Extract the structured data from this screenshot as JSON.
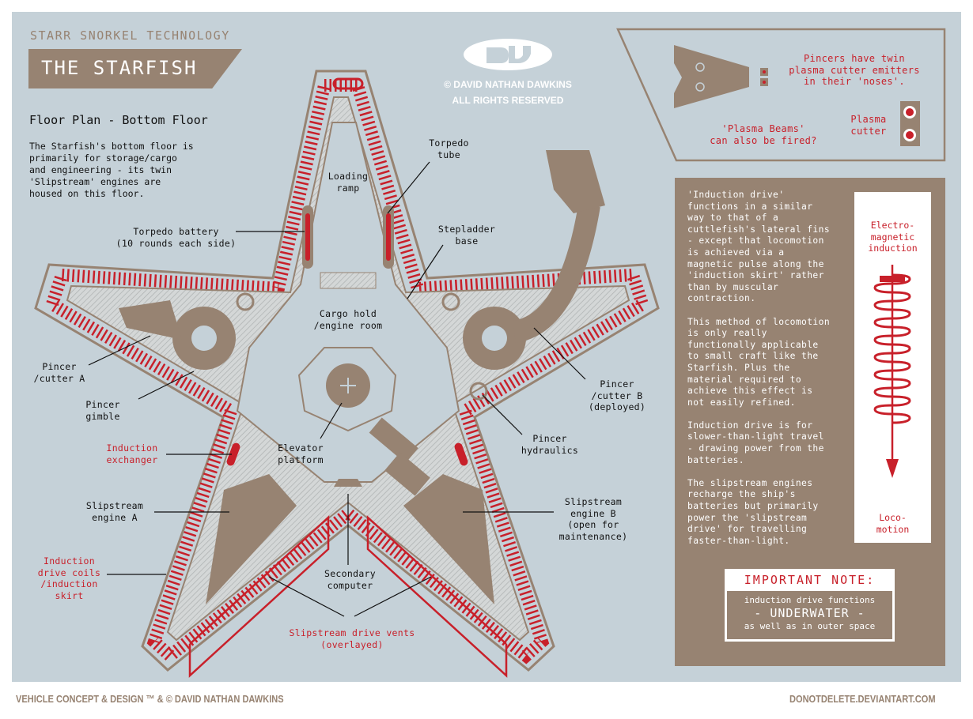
{
  "header": {
    "company": "STARR SNORKEL TECHNOLOGY",
    "title": "THE STARFISH",
    "subtitle": "Floor Plan - Bottom Floor",
    "intro": "The Starfish's bottom floor is\nprimarily for storage/cargo\nand engineering - its twin\n'Slipstream' engines are\nhoused on this floor."
  },
  "logo": {
    "copyright": "© DAVID NATHAN DAWKINS",
    "rights": "ALL RIGHTS RESERVED"
  },
  "pincer_box": {
    "emitters_note": "Pincers have twin\nplasma cutter emitters\nin their 'noses'.",
    "beams_note": "'Plasma Beams'\ncan also be fired?",
    "plasma_cutter": "Plasma\ncutter"
  },
  "labels": {
    "torpedo_tube": "Torpedo\ntube",
    "loading_ramp": "Loading\nramp",
    "torpedo_battery": "Torpedo battery\n(10 rounds each side)",
    "stepladder_base": "Stepladder\nbase",
    "cargo_hold": "Cargo hold\n/engine room",
    "pincer_a": "Pincer\n/cutter A",
    "pincer_gimble": "Pincer\ngimble",
    "induction_exchanger": "Induction\nexchanger",
    "elevator_platform": "Elevator\nplatform",
    "pincer_b": "Pincer\n/cutter B\n(deployed)",
    "pincer_hydraulics": "Pincer\nhydraulics",
    "slipstream_a": "Slipstream\nengine A",
    "slipstream_b": "Slipstream\nengine B\n(open for\nmaintenance)",
    "secondary_computer": "Secondary\ncomputer",
    "induction_coils": "Induction\ndrive coils\n/induction\nskirt",
    "drive_vents": "Slipstream drive vents\n(overlayed)"
  },
  "info_panel": {
    "text": "'Induction drive'\nfunctions in a similar\nway to that of a\ncuttlefish's lateral fins\n- except that locomotion\nis achieved via a\nmagnetic pulse along the\n'induction skirt' rather\nthan by muscular\ncontraction.\n\nThis method of locomotion\nis only really\nfunctionally applicable\nto small craft like the\nStarfish. Plus the\nmaterial required to\nachieve this effect is\nnot easily refined.\n\nInduction drive is for\nslower-than-light travel\n- drawing power from the\nbatteries.\n\nThe slipstream engines\nrecharge the ship's\nbatteries but primarily\npower the 'slipstream\ndrive' for travelling\nfaster-than-light.",
    "diagram_top": "Electro-\nmagnetic\ninduction",
    "diagram_bottom": "Loco-\nmotion",
    "note_title": "IMPORTANT NOTE:",
    "note_line1": "induction drive functions",
    "note_line2": "- UNDERWATER -",
    "note_line3": "as well as in outer space"
  },
  "footer": {
    "left": "VEHICLE CONCEPT & DESIGN ™ & © DAVID NATHAN DAWKINS",
    "right": "DONOTDELETE.DEVIANTART.COM"
  },
  "colors": {
    "panel": "#c5d1d8",
    "brown": "#978372",
    "red": "#c8202a",
    "hull": "#d3d6d6"
  }
}
